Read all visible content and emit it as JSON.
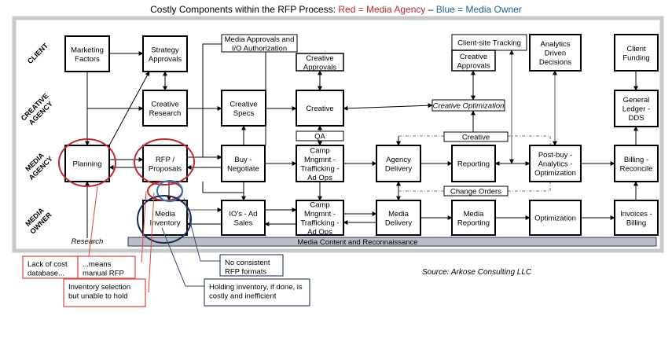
{
  "title": {
    "prefix": "Costly Components within the RFP Process: ",
    "red_part": "Red = Media Agency",
    "separator": " – ",
    "blue_part": "Blue = Media Owner"
  },
  "colors": {
    "red": "#c0282d",
    "blue": "#1f5f8b",
    "navy": "#1b2a55",
    "frame": "#c8c8c8",
    "bar": "#b8bdc6"
  },
  "lanes": [
    "CLIENT",
    "CREATIVE AGENCY",
    "MEDIA AGENCY",
    "MEDIA OWNER"
  ],
  "lane_lines": [
    [
      "CLIENT"
    ],
    [
      "CREATIVE",
      "AGENCY"
    ],
    [
      "MEDIA",
      "AGENCY"
    ],
    [
      "MEDIA",
      "OWNER"
    ]
  ],
  "boxes": {
    "marketing_factors": [
      "Marketing",
      "Factors"
    ],
    "strategy_approvals": [
      "Strategy",
      "Approvals"
    ],
    "media_approvals": [
      "Media Approvals and",
      "I/O Authorization"
    ],
    "creative_approvals_1": [
      "Creative",
      "Approvals"
    ],
    "client_site_tracking": [
      "Client-site Tracking"
    ],
    "creative_approvals_2": [
      "Creative",
      "Approvals"
    ],
    "analytics_driven": [
      "Analytics",
      "Driven",
      "Decisions"
    ],
    "client_funding": [
      "Client",
      "Funding"
    ],
    "creative_research": [
      "Creative",
      "Research"
    ],
    "creative_specs": [
      "Creative",
      "Specs"
    ],
    "creative": [
      "Creative"
    ],
    "creative_optimization": [
      "Creative Optimization"
    ],
    "general_ledger": [
      "General",
      "Ledger -",
      "DDS"
    ],
    "planning": [
      "Planning"
    ],
    "rfp_proposals": [
      "RFP /",
      "Proposals"
    ],
    "buy_negotiate": [
      "Buy -",
      "Negotiate"
    ],
    "qa": [
      "QA"
    ],
    "camp_mgmt_agency": [
      "Camp",
      "Mngmnt -",
      "Trafficking -",
      "Ad Ops"
    ],
    "agency_delivery": [
      "Agency",
      "Delivery"
    ],
    "creative_label": [
      "Creative"
    ],
    "reporting": [
      "Reporting"
    ],
    "post_buy": [
      "Post-buy -",
      "Analytics -",
      "Optimization"
    ],
    "billing_reconcile": [
      "Billing -",
      "Reconcile"
    ],
    "change_orders": [
      "Change Orders"
    ],
    "media_inventory": [
      "Media",
      "Inventory"
    ],
    "ios_ad_sales": [
      "IO's - Ad",
      "Sales"
    ],
    "camp_mgmt_owner": [
      "Camp",
      "Mngmnt -",
      "Trafficking -",
      "Ad Ops"
    ],
    "media_delivery": [
      "Media",
      "Delivery"
    ],
    "media_reporting": [
      "Media",
      "Reporting"
    ],
    "optimization": [
      "Optimization"
    ],
    "invoices_billing": [
      "Invoices -",
      "Billing"
    ]
  },
  "research_label": "Research",
  "bottom_bar_label": "Media Content and Reconnaissance",
  "callouts": {
    "lack_of_cost": [
      "Lack of cost",
      "database..."
    ],
    "means_manual": [
      "...means",
      "manual RFP"
    ],
    "inventory_selection": [
      "Inventory selection",
      "but unable to hold"
    ],
    "no_consistent": [
      "No consistent",
      "RFP formats"
    ],
    "holding_inventory": [
      "Holding inventory, if done, is",
      "costly and inefficient"
    ]
  },
  "source": "Source: Arkose Consulting LLC"
}
